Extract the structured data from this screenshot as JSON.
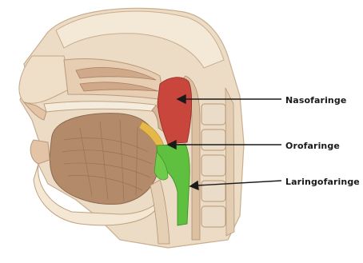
{
  "labels": {
    "nasopharynx": "Nasofaringe",
    "oropharynx": "Orofaringe",
    "laryngopharynx": "Laringofaringe"
  },
  "colors": {
    "nasopharynx": "#c8463c",
    "oropharynx": "#e6b84a",
    "laryngopharynx": "#5fbf3e",
    "tissue": "#e9d6bf",
    "bone": "#f3e6d3",
    "tongue": "#b0886a",
    "outline": "#b59a7c"
  }
}
